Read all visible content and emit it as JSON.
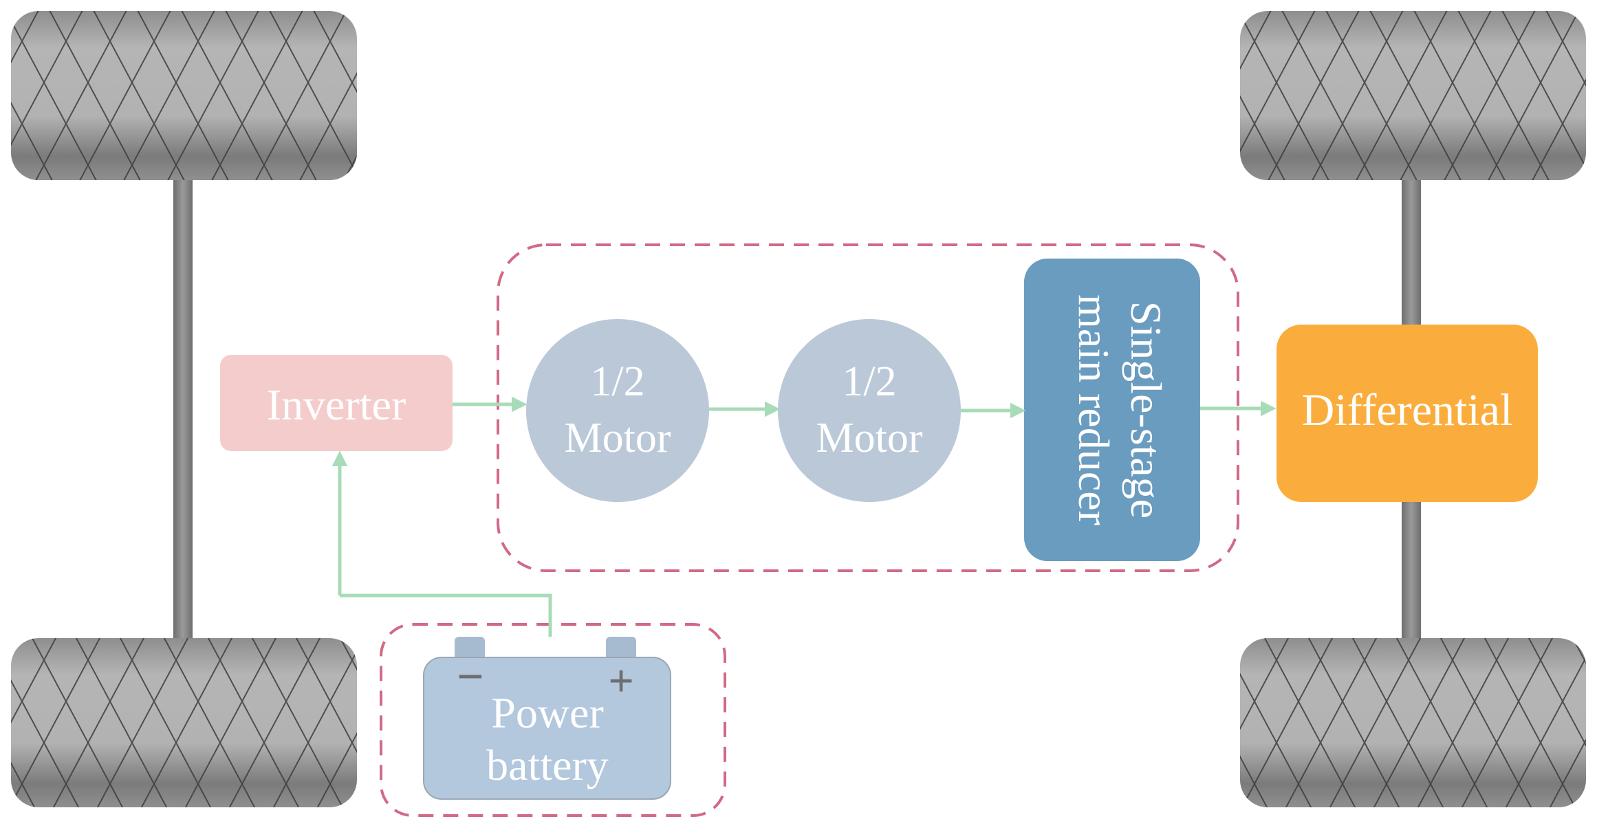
{
  "labels": {
    "inverter": "Inverter",
    "motor1_line1": "1/2",
    "motor1_line2": "Motor",
    "motor2_line1": "1/2",
    "motor2_line2": "Motor",
    "reducer_line1": "Single-stage",
    "reducer_line2": "main reducer",
    "differential": "Differential",
    "battery_line1": "Power",
    "battery_line2": "battery",
    "battery_minus": "−",
    "battery_plus": "+"
  },
  "colors": {
    "inverter_fill": "#f4cccc",
    "motor_fill": "#bac8d8",
    "reducer_fill": "#6a9cc0",
    "differential_fill": "#faad3c",
    "battery_fill": "#b3c7dd",
    "terminal_fill": "#a7bbd0",
    "arrow": "#a8dbb8",
    "dashed_border": "#d26a85",
    "axle": "#7f7f7f",
    "tire_light": "#b7b7b7",
    "tire_dark": "#7a7a7a",
    "label_text": "#ffffff",
    "sign_text": "#6e6e6e"
  },
  "icons": {
    "wheel": "tire-icon",
    "battery": "battery-icon"
  }
}
